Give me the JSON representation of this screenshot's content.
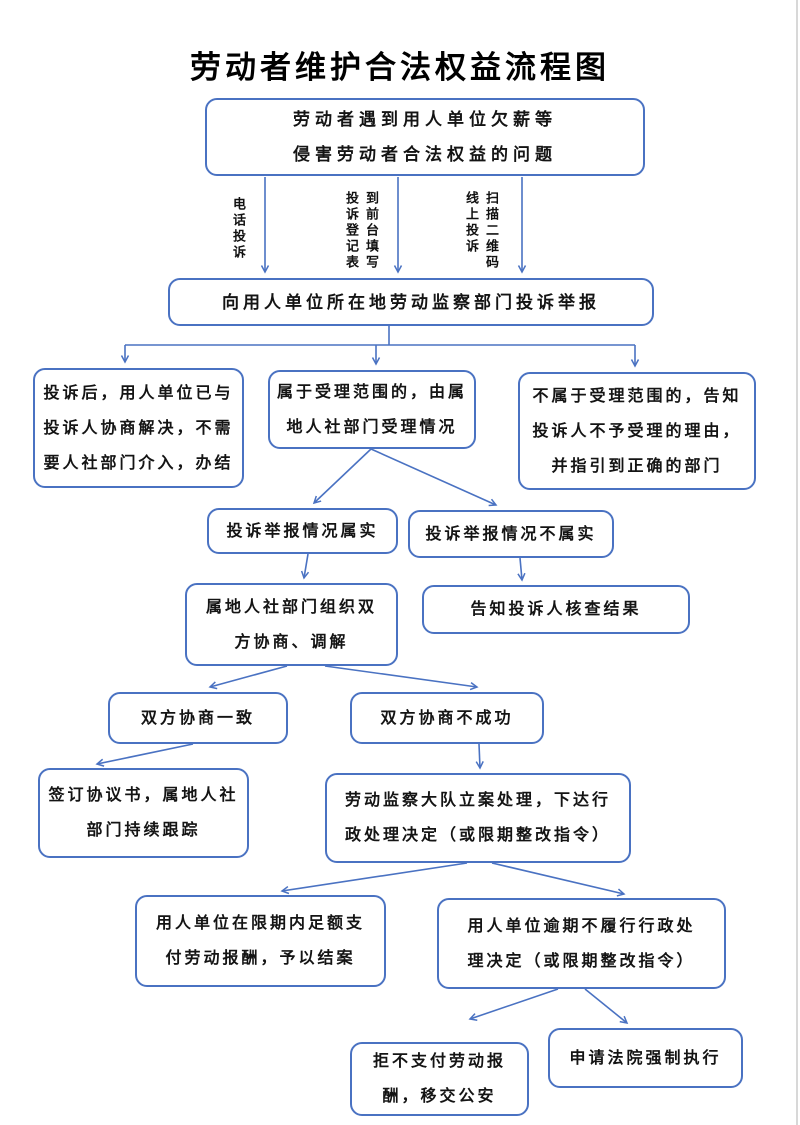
{
  "title": "劳动者维护合法权益流程图",
  "accent_color": "#4a72c2",
  "channels": [
    "电话投诉",
    "到前台填写投诉登记表",
    "扫描二维码线上投诉"
  ],
  "nodes": {
    "start": {
      "lines": [
        "劳动者遇到用人单位欠薪等",
        "侵害劳动者合法权益的问题"
      ]
    },
    "report": {
      "lines": [
        "向用人单位所在地劳动监察部门投诉举报"
      ]
    },
    "resolved_before_intervention": {
      "lines": [
        "投诉后，用人单位已与",
        "投诉人协商解决，不需",
        "要人社部门介入，办结"
      ]
    },
    "within_scope": {
      "lines": [
        "属于受理范围的，由属",
        "地人社部门受理情况"
      ]
    },
    "outside_scope": {
      "lines": [
        "不属于受理范围的，告知",
        "投诉人不予受理的理由，",
        "并指引到正确的部门"
      ]
    },
    "complaint_true": {
      "lines": [
        "投诉举报情况属实"
      ]
    },
    "complaint_false": {
      "lines": [
        "投诉举报情况不属实"
      ]
    },
    "mediation": {
      "lines": [
        "属地人社部门组织双",
        "方协商、调解"
      ]
    },
    "inform_result": {
      "lines": [
        "告知投诉人核查结果"
      ]
    },
    "agreement_reached": {
      "lines": [
        "双方协商一致"
      ]
    },
    "agreement_failed": {
      "lines": [
        "双方协商不成功"
      ]
    },
    "sign_agreement": {
      "lines": [
        "签订协议书，属地人社",
        "部门持续跟踪"
      ]
    },
    "case_filed": {
      "lines": [
        "劳动监察大队立案处理，下达行",
        "政处理决定（或限期整改指令）"
      ]
    },
    "paid_and_closed": {
      "lines": [
        "用人单位在限期内足额支",
        "付劳动报酬，予以结案"
      ]
    },
    "not_comply": {
      "lines": [
        "用人单位逾期不履行行政处",
        "理决定（或限期整改指令）"
      ]
    },
    "transfer_to_police": {
      "lines": [
        "拒不支付劳动报",
        "酬，移交公安"
      ]
    },
    "court_enforcement": {
      "lines": [
        "申请法院强制执行"
      ]
    }
  }
}
